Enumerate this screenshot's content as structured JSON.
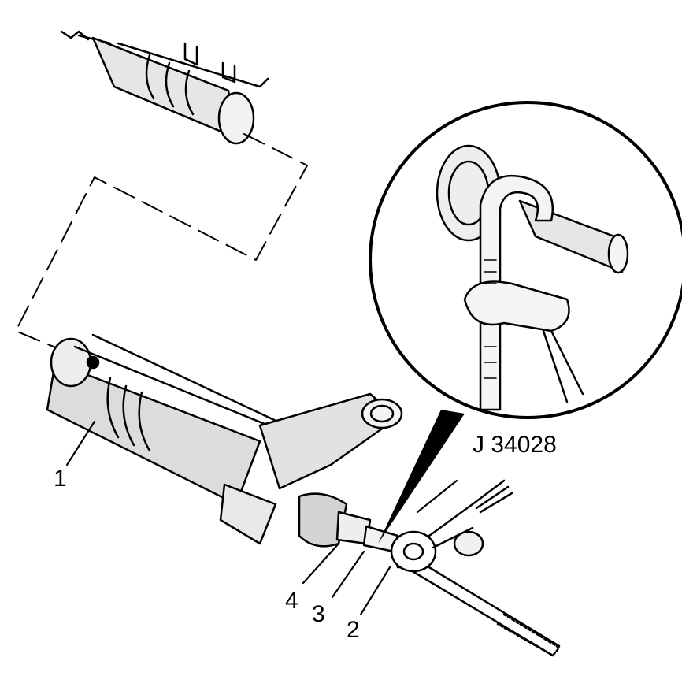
{
  "diagram": {
    "type": "exploded technical illustration",
    "subject": "steering gear inner tie rod removal",
    "callouts": [
      {
        "id": "1",
        "text": "1"
      },
      {
        "id": "2",
        "text": "2"
      },
      {
        "id": "3",
        "text": "3"
      },
      {
        "id": "4",
        "text": "4"
      }
    ],
    "tool_label": "J 34028",
    "colors": {
      "ink": "#000000",
      "background": "#ffffff",
      "shade": "#cfcfcf"
    }
  }
}
